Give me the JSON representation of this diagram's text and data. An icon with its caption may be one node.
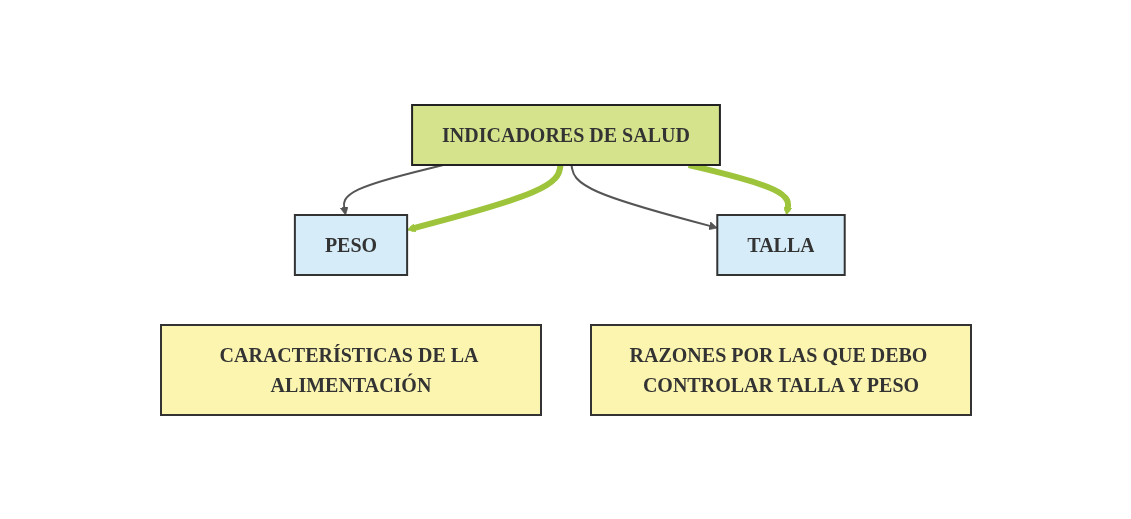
{
  "diagram": {
    "nodes": [
      {
        "text": [
          "INDICADORES DE SALUD"
        ]
      },
      {
        "text": [
          "PESO"
        ]
      },
      {
        "text": [
          "TALLA"
        ]
      },
      {
        "text": [
          "CARACTERÍSTICAS DE LA ALIMENTACIÓN"
        ]
      },
      {
        "text": [
          "RAZONES POR LAS QUE DEBO CONTROLAR TALLA Y PESO"
        ]
      }
    ],
    "edges": [
      {
        "from": 0,
        "to": 1,
        "arrow": "to"
      },
      {
        "from": 0,
        "to": 2,
        "arrow": "to"
      },
      {
        "from": 0,
        "to": 1,
        "arrow": "to",
        "style": "thick",
        "color": "#9dc43a"
      },
      {
        "from": 0,
        "to": 2,
        "arrow": "to",
        "style": "thick",
        "color": "#9dc43a"
      }
    ]
  }
}
